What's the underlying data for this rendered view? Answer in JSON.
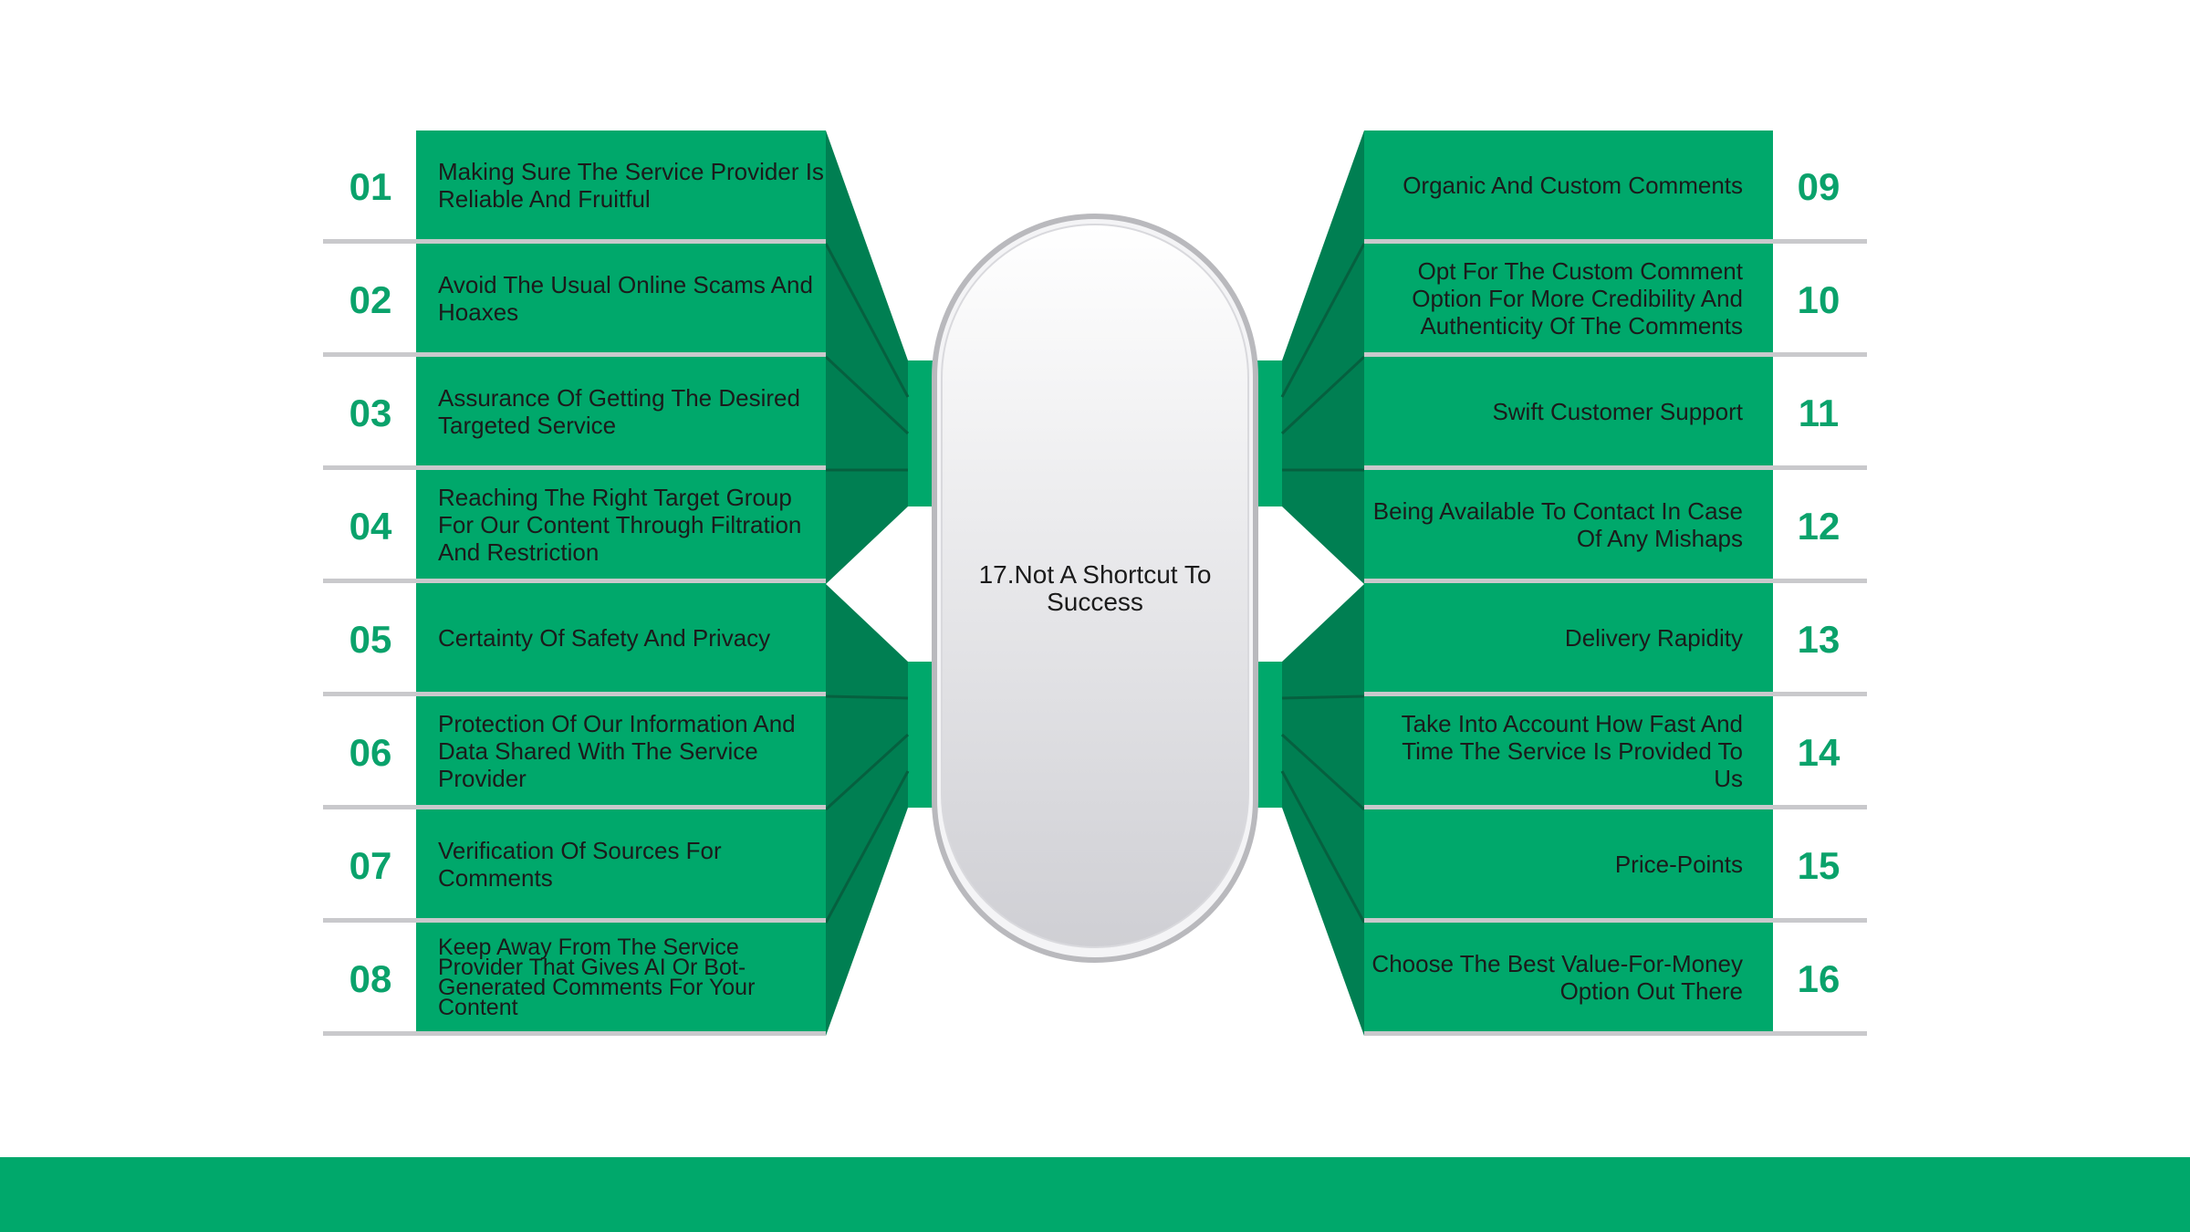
{
  "center": {
    "number": "17.",
    "text": "Not A Shortcut To Success"
  },
  "colors": {
    "green": "#00a86b",
    "dark_green": "#007f52",
    "number_green": "#0aa26b",
    "separator": "#c9c9cc",
    "capsule_fill": "#e4e4e8",
    "capsule_ring": "#b9b9bd",
    "footer": "#00a86b"
  },
  "left_items": [
    {
      "number": "01",
      "text": "Making Sure The Service Provider Is Reliable And Fruitful"
    },
    {
      "number": "02",
      "text": "Avoid The Usual Online Scams And Hoaxes"
    },
    {
      "number": "03",
      "text": "Assurance Of Getting The Desired Targeted Service"
    },
    {
      "number": "04",
      "text": "Reaching The Right Target Group For Our Content Through Filtration And Restriction"
    },
    {
      "number": "05",
      "text": "Certainty Of Safety And Privacy"
    },
    {
      "number": "06",
      "text": "Protection Of Our Information And Data Shared With The Service Provider"
    },
    {
      "number": "07",
      "text": "Verification Of Sources For Comments"
    },
    {
      "number": "08",
      "text": "Keep Away From The Service Provider That Gives AI Or Bot-Generated Comments For Your Content"
    }
  ],
  "right_items": [
    {
      "number": "09",
      "text": "Organic And Custom Comments"
    },
    {
      "number": "10",
      "text": "Opt For The Custom Comment Option For More Credibility And Authenticity Of The Comments"
    },
    {
      "number": "11",
      "text": "Swift Customer Support"
    },
    {
      "number": "12",
      "text": "Being Available To Contact In Case Of Any Mishaps"
    },
    {
      "number": "13",
      "text": "Delivery Rapidity"
    },
    {
      "number": "14",
      "text": "Take Into Account How Fast And Time The Service Is Provided To Us"
    },
    {
      "number": "15",
      "text": "Price-Points"
    },
    {
      "number": "16",
      "text": "Choose The Best Value-For-Money Option Out There"
    }
  ]
}
